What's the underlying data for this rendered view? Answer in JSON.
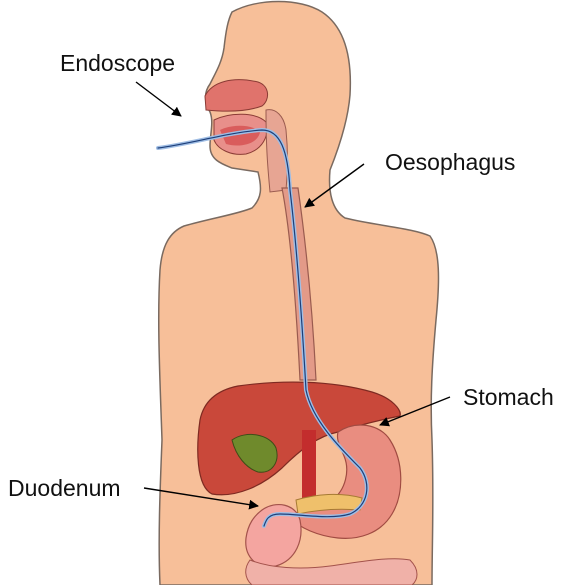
{
  "labels": {
    "endoscope": "Endoscope",
    "oesophagus": "Oesophagus",
    "stomach": "Stomach",
    "duodenum": "Duodenum"
  },
  "colors": {
    "skin": "#f7bf99",
    "skin_outline": "#7a6a60",
    "liver": "#c9483a",
    "gallbladder": "#6f8a2c",
    "stomach": "#e98d80",
    "esophagus": "#e39a88",
    "endoscope_tube": "#9fbde4",
    "intestine": "#f4a5a0",
    "arrow": "#000000"
  }
}
